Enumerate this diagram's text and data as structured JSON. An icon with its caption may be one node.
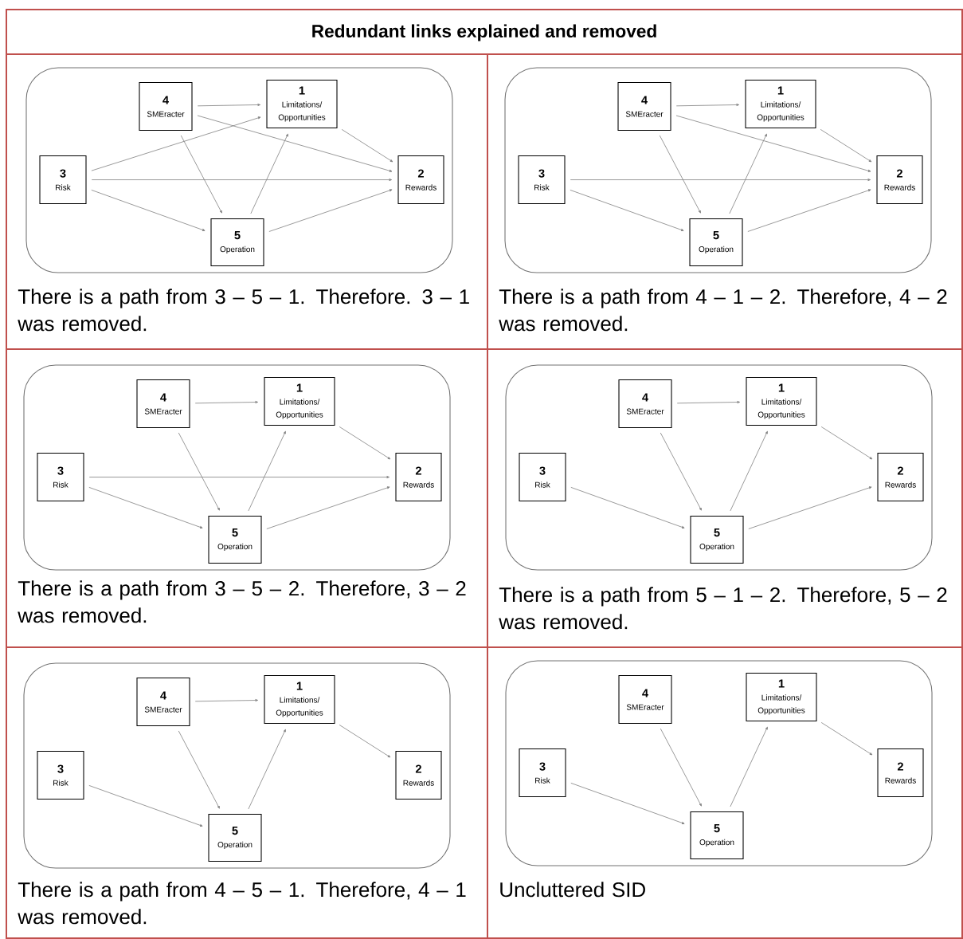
{
  "diagram": {
    "title": "Redundant links explained and removed",
    "nodes": [
      {
        "text": [],
        "shape": "box"
      },
      {
        "text": [
          "4",
          "SMEracter"
        ],
        "in": 0
      },
      {
        "text": [
          "1",
          "Limitations/ Opportunities"
        ],
        "in": 0
      },
      {
        "text": [
          "3",
          "Risk"
        ],
        "in": 0
      },
      {
        "text": [
          "2",
          "Rewards"
        ],
        "in": 0
      },
      {
        "text": [
          "5",
          "Operation"
        ],
        "in": 0
      },
      {
        "text": [],
        "shape": "box"
      },
      {
        "text": [
          "4",
          "SMEracter"
        ],
        "in": 6
      },
      {
        "text": [
          "1",
          "Limitations/ Opportunities"
        ],
        "in": 6
      },
      {
        "text": [
          "3",
          "Risk"
        ],
        "in": 6
      },
      {
        "text": [
          "2",
          "Rewards"
        ],
        "in": 6
      },
      {
        "text": [
          "5",
          "Operation"
        ],
        "in": 6
      },
      {
        "text": [],
        "shape": "box"
      },
      {
        "text": [
          "4",
          "SMEracter"
        ],
        "in": 12
      },
      {
        "text": [
          "1",
          "Limitations/ Opportunities"
        ],
        "in": 12
      },
      {
        "text": [
          "3",
          "Risk"
        ],
        "in": 12
      },
      {
        "text": [
          "2",
          "Rewards"
        ],
        "in": 12
      },
      {
        "text": [
          "5",
          "Operation"
        ],
        "in": 12
      },
      {
        "text": [],
        "shape": "box"
      },
      {
        "text": [
          "4",
          "SMEracter"
        ],
        "in": 18
      },
      {
        "text": [
          "1",
          "Limitations/ Opportunities"
        ],
        "in": 18
      },
      {
        "text": [
          "3",
          "Risk"
        ],
        "in": 18
      },
      {
        "text": [
          "2",
          "Rewards"
        ],
        "in": 18
      },
      {
        "text": [
          "5",
          "Operation"
        ],
        "in": 18
      },
      {
        "text": [],
        "shape": "box"
      },
      {
        "text": [
          "4",
          "SMEracter"
        ],
        "in": 24
      },
      {
        "text": [
          "1",
          "Limitations/ Opportunities"
        ],
        "in": 24
      },
      {
        "text": [
          "3",
          "Risk"
        ],
        "in": 24
      },
      {
        "text": [
          "2",
          "Rewards"
        ],
        "in": 24
      },
      {
        "text": [
          "5",
          "Operation"
        ],
        "in": 24
      },
      {
        "text": [],
        "shape": "box"
      },
      {
        "text": [
          "4",
          "SMEracter"
        ],
        "in": 30
      },
      {
        "text": [
          "1",
          "Limitations/ Opportunities"
        ],
        "in": 30
      },
      {
        "text": [
          "3",
          "Risk"
        ],
        "in": 30
      },
      {
        "text": [
          "2",
          "Rewards"
        ],
        "in": 30
      },
      {
        "text": [
          "5",
          "Operation"
        ],
        "in": 30
      }
    ],
    "edges": [
      {
        "from": 1,
        "to": 2,
        "arrow": "to"
      },
      {
        "from": 3,
        "to": 2,
        "arrow": "to"
      },
      {
        "from": 2,
        "to": 4,
        "arrow": "to"
      },
      {
        "from": 1,
        "to": 4,
        "arrow": "to"
      },
      {
        "from": 3,
        "to": 4,
        "arrow": "to"
      },
      {
        "from": 1,
        "to": 5,
        "arrow": "to"
      },
      {
        "from": 3,
        "to": 5,
        "arrow": "to"
      },
      {
        "from": 5,
        "to": 2,
        "arrow": "to"
      },
      {
        "from": 5,
        "to": 4,
        "arrow": "to"
      },
      {
        "from": 7,
        "to": 8,
        "arrow": "to"
      },
      {
        "from": 8,
        "to": 10,
        "arrow": "to"
      },
      {
        "from": 7,
        "to": 10,
        "arrow": "to"
      },
      {
        "from": 9,
        "to": 10,
        "arrow": "to"
      },
      {
        "from": 7,
        "to": 11,
        "arrow": "to"
      },
      {
        "from": 9,
        "to": 11,
        "arrow": "to"
      },
      {
        "from": 11,
        "to": 8,
        "arrow": "to"
      },
      {
        "from": 11,
        "to": 10,
        "arrow": "to"
      },
      {
        "from": 13,
        "to": 14,
        "arrow": "to"
      },
      {
        "from": 14,
        "to": 16,
        "arrow": "to"
      },
      {
        "from": 15,
        "to": 16,
        "arrow": "to"
      },
      {
        "from": 13,
        "to": 17,
        "arrow": "to"
      },
      {
        "from": 15,
        "to": 17,
        "arrow": "to"
      },
      {
        "from": 17,
        "to": 14,
        "arrow": "to"
      },
      {
        "from": 17,
        "to": 16,
        "arrow": "to"
      },
      {
        "from": 19,
        "to": 20,
        "arrow": "to"
      },
      {
        "from": 20,
        "to": 22,
        "arrow": "to"
      },
      {
        "from": 19,
        "to": 23,
        "arrow": "to"
      },
      {
        "from": 21,
        "to": 23,
        "arrow": "to"
      },
      {
        "from": 23,
        "to": 20,
        "arrow": "to"
      },
      {
        "from": 23,
        "to": 22,
        "arrow": "to"
      },
      {
        "from": 25,
        "to": 26,
        "arrow": "to"
      },
      {
        "from": 26,
        "to": 28,
        "arrow": "to"
      },
      {
        "from": 25,
        "to": 29,
        "arrow": "to"
      },
      {
        "from": 27,
        "to": 29,
        "arrow": "to"
      },
      {
        "from": 29,
        "to": 26,
        "arrow": "to"
      },
      {
        "from": 32,
        "to": 34,
        "arrow": "to"
      },
      {
        "from": 31,
        "to": 35,
        "arrow": "to"
      },
      {
        "from": 33,
        "to": 35,
        "arrow": "to"
      },
      {
        "from": 35,
        "to": 32,
        "arrow": "to"
      }
    ],
    "labels": [
      "There is a path from 3 – 5 – 1. Therefore. 3 – 1 was removed.",
      "There is a path from 4 – 1 – 2. Therefore, 4 – 2 was removed.",
      "There is a path from 3 – 5 – 2. Therefore, 3 – 2 was removed.",
      "There is a path from 5 – 1 – 2. Therefore, 5 – 2 was removed.",
      "There is a path from 4 – 5 – 1. Therefore, 4 – 1 was removed.",
      "Uncluttered SID"
    ]
  }
}
